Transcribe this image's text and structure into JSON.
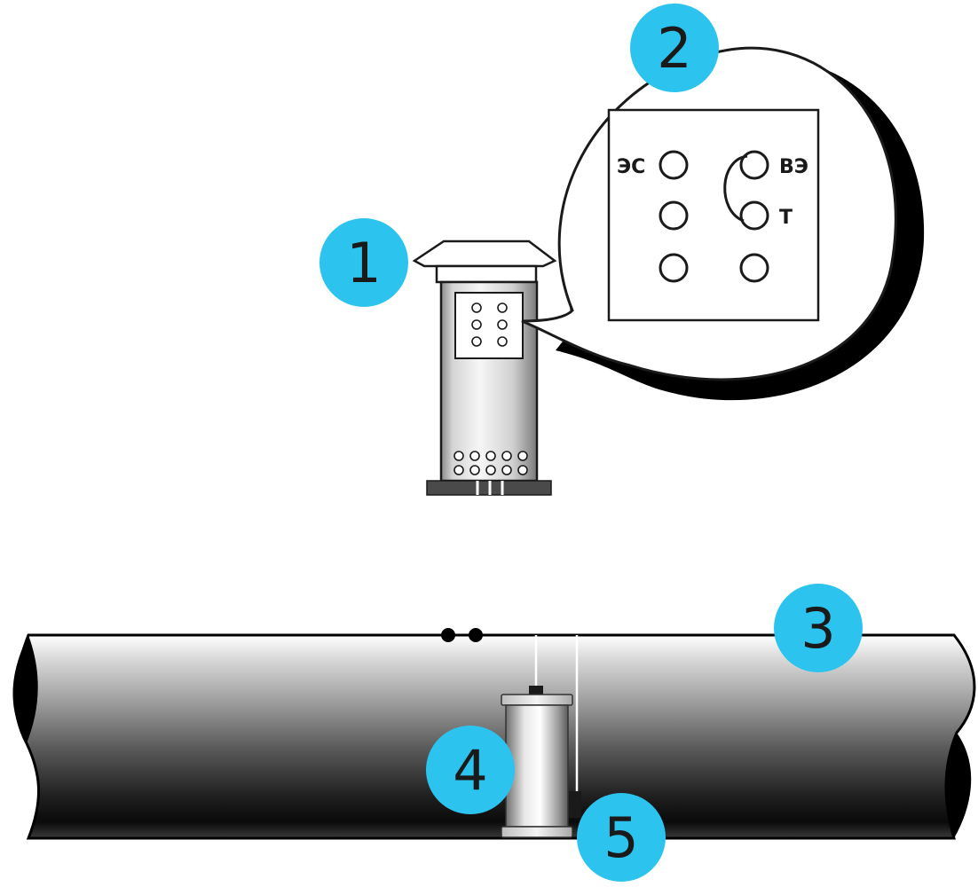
{
  "diagram": {
    "accent_color": "#2cc4ef",
    "badges": [
      "1",
      "2",
      "3",
      "4",
      "5"
    ],
    "terminal_labels": {
      "es": "ЭС",
      "ve": "ВЭ",
      "t": "Т"
    }
  }
}
